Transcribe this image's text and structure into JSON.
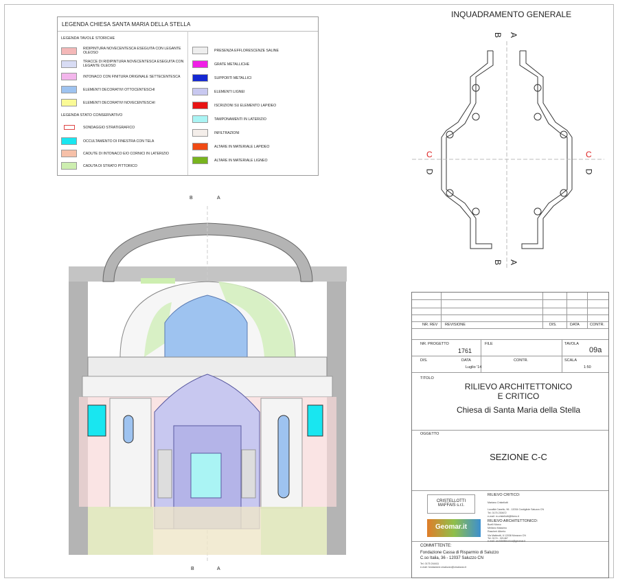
{
  "legend": {
    "title": "LEGENDA CHIESA SANTA MARIA DELLA STELLA",
    "section1": "LEGENDA TAVOLE STORICHE",
    "section2": "LEGENDA STATO CONSERVATIVO",
    "items_left": [
      {
        "label": "RIDIPINTURA NOVECENTESCA ESEGUITA CON LEGANTE OLEOSO",
        "color": "#f4b8b8"
      },
      {
        "label": "TRACCE DI RIDIPINTURA NOVECENTESCA ESEGUITA CON LEGANTE OLEOSO",
        "color": "#d8dcf4"
      },
      {
        "label": "INTONACO CON FINITURA ORIGINALE SETTECENTESCA",
        "color": "#f3b6ec"
      },
      {
        "label": "ELEMENTI DECORATIVI OTTOCENTESCHI",
        "color": "#9ec3f0"
      },
      {
        "label": "ELEMENTI DECORATIVI NOVECENTESCHI",
        "color": "#fafa96"
      }
    ],
    "items_left2": [
      {
        "label": "SONDAGGIO STRATIGRAFICO",
        "color": "#ffffff"
      },
      {
        "label": "OCCULTAMENTO DI FINESTRA CON TELA",
        "color": "#19e6f0"
      },
      {
        "label": "CADUTE DI INTONACO E/O CORNICI IN LATERIZIO",
        "color": "#f6c0a8"
      },
      {
        "label": "CADUTA DI STRATO PITTORICO",
        "color": "#cdeeb0"
      }
    ],
    "items_right": [
      {
        "label": "PRESENZA EFFLORESCENZE SALINE",
        "color": "#eeeeee"
      },
      {
        "label": "GRATE METALLICHE",
        "color": "#f01ee6"
      },
      {
        "label": "SUPPORTI METALLICI",
        "color": "#1428d2"
      },
      {
        "label": "ELEMENTI LIGNEI",
        "color": "#c8c8f0"
      },
      {
        "label": "ISCRIZIONI SU ELEMENTO LAPIDEO",
        "color": "#e81414"
      },
      {
        "label": "TAMPONAMENTI IN LATERIZIO",
        "color": "#aaf4f4"
      },
      {
        "label": "INFILTRAZIONI",
        "color": "#f4eeea"
      },
      {
        "label": "ALTARE IN MATERIALE LAPIDEO",
        "color": "#f04a14"
      },
      {
        "label": "ALTARE IN MATERIALE LIGNEO",
        "color": "#78b41e"
      }
    ]
  },
  "inq": {
    "title": "INQUADRAMENTO GENERALE",
    "a": "A",
    "b": "B",
    "c": "C",
    "d": "D"
  },
  "section_marks": {
    "a": "A",
    "b": "B"
  },
  "titleblock": {
    "nr_rev": "NR. REV",
    "revisione": "REVISIONE",
    "dis": "DIS.",
    "data": "DATA",
    "contr": "CONTR.",
    "nr_progetto": "NR. PROGETTO",
    "file": "FILE",
    "tavola": "TAVOLA",
    "progetto_val": "1761",
    "tavola_val": "09a",
    "dis2": "DIS.",
    "data2": "DATA",
    "contr2": "CONTR.",
    "scala": "SCALA",
    "data_val": "Luglio '14",
    "scala_val": "1:50",
    "titolo": "TITOLO",
    "title1": "RILIEVO ARCHITETTONICO",
    "title2": "E CRITICO",
    "title3": "Chiesa di Santa Maria della Stella",
    "oggetto": "OGGETTO",
    "oggetto_val": "SEZIONE C-C",
    "firm1": "CRISTELLOTTI MAFFAIS s.r.l.",
    "rilievo_critico": "RILIEVO CRITICO:",
    "rc_name": "Mariano Cristellotti",
    "rc_addr": "Località Casello, 96 - 12034 Costigliole Saluzzo CN",
    "rc_tel": "Tel. 0175 230672",
    "rc_mail": "e-mail: m.cristellotti@libero.it",
    "logo2": "Geomar.it",
    "rilievo_arch": "RILIEVO ARCHITETTONICO:",
    "ra_n1": "Buelli Marco",
    "ra_n2": "Mellano Massimo",
    "ra_n3": "Rascheri Alberto",
    "ra_addr": "Via Matteotti, 6 12038 Murazzo CN",
    "ra_tel": "Tel. 0174 - 321467",
    "ra_mail": "e-mail: architettitecnica@geomar.it",
    "committente": "COMMITTENTE:",
    "comm1": "Fondazione Cassa di Risparmio di Saluzzo",
    "comm2": "C.so Italia, 36 - 12037 Saluzzo CN",
    "comm_tel": "Tel. 0175 244411",
    "comm_mail": "e-mail: fondazione.crsaluzzo@crsaluzzo.it"
  }
}
